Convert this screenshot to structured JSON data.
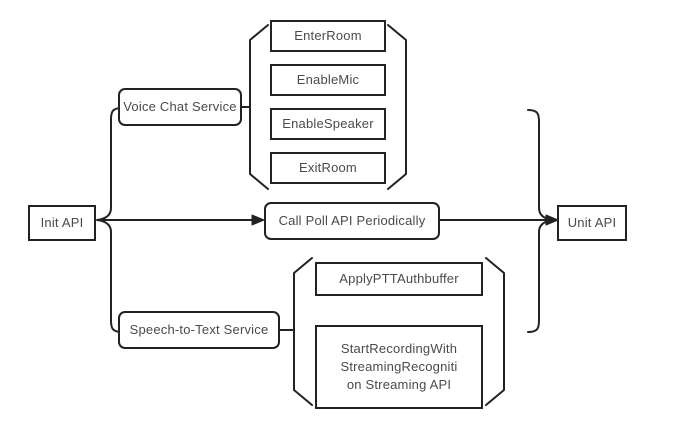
{
  "diagram": {
    "title": "Voice Chat and Speech-to-Text API Flow",
    "type": "flowchart",
    "colors": {
      "border": "#222222",
      "text": "#4a4a4a",
      "background": "#ffffff",
      "connector": "#222222"
    },
    "nodes": {
      "init_api": {
        "label": "Init API",
        "shape": "rect"
      },
      "unit_api": {
        "label": "Unit API",
        "shape": "rect"
      },
      "voice_chat_service": {
        "label": "Voice Chat Service",
        "shape": "rounded-rect"
      },
      "speech_to_text_service": {
        "label": "Speech-to-Text Service",
        "shape": "rounded-rect"
      },
      "poll_api": {
        "label": "Call Poll API Periodically",
        "shape": "rounded-rect"
      },
      "enter_room": {
        "label": "EnterRoom",
        "shape": "rect"
      },
      "enable_mic": {
        "label": "EnableMic",
        "shape": "rect"
      },
      "enable_speaker": {
        "label": "EnableSpeaker",
        "shape": "rect"
      },
      "exit_room": {
        "label": "ExitRoom",
        "shape": "rect"
      },
      "apply_ptt_authbuffer": {
        "label": "ApplyPTTAuthbuffer",
        "shape": "rect"
      },
      "start_recording": {
        "label": "StartRecordingWith\nStreamingRecogniti\non Streaming API",
        "shape": "rect"
      }
    },
    "groups": [
      {
        "name": "voice-chat-methods",
        "source": "voice_chat_service",
        "members": [
          "enter_room",
          "enable_mic",
          "enable_speaker",
          "exit_room"
        ]
      },
      {
        "name": "speech-to-text-methods",
        "source": "speech_to_text_service",
        "members": [
          "apply_ptt_authbuffer",
          "start_recording"
        ]
      }
    ],
    "edges": [
      {
        "from": "init_api",
        "to": "voice_chat_service",
        "style": "brace"
      },
      {
        "from": "init_api",
        "to": "poll_api",
        "style": "arrow"
      },
      {
        "from": "init_api",
        "to": "speech_to_text_service",
        "style": "brace"
      },
      {
        "from": "poll_api",
        "to": "unit_api",
        "style": "arrow"
      },
      {
        "from": "voice-chat-methods",
        "to": "unit_api",
        "style": "brace"
      },
      {
        "from": "speech-to-text-methods",
        "to": "unit_api",
        "style": "brace"
      }
    ]
  }
}
